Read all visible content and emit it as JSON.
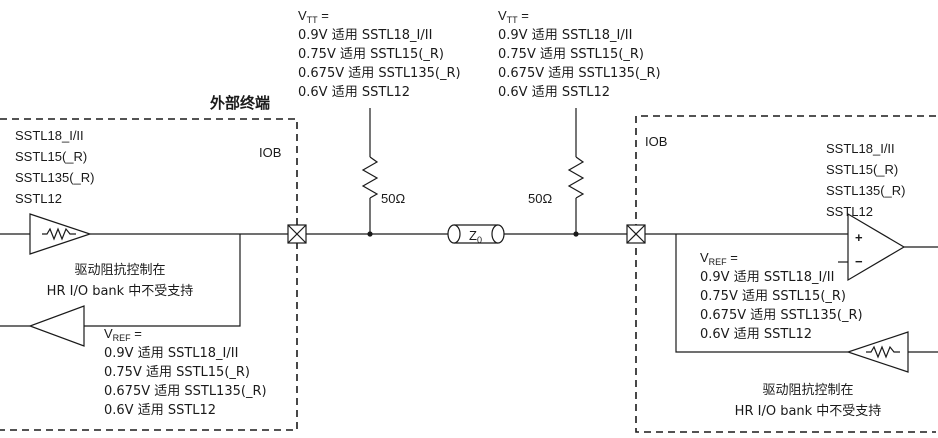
{
  "external_termination_label": "外部终端",
  "left_block": {
    "iob_label": "IOB",
    "driver_standards": [
      "SSTL18_I/II",
      "SSTL15(_R)",
      "SSTL135(_R)",
      "SSTL12"
    ],
    "driver_note": [
      "驱动阻抗控制在",
      "HR I/O bank 中不受支持"
    ],
    "vref": {
      "symbol": "V",
      "subscript": "REF",
      "suffix": " =",
      "lines": [
        "0.9V 适用 SSTL18_I/II",
        "0.75V 适用 SSTL15(_R)",
        "0.675V 适用 SSTL135(_R)",
        "0.6V 适用 SSTL12"
      ]
    }
  },
  "vtt_left": {
    "symbol": "V",
    "subscript": "TT",
    "suffix": " =",
    "lines": [
      "0.9V 适用 SSTL18_I/II",
      "0.75V 适用 SSTL15(_R)",
      "0.675V 适用 SSTL135(_R)",
      "0.6V 适用 SSTL12"
    ]
  },
  "vtt_right": {
    "symbol": "V",
    "subscript": "TT",
    "suffix": " =",
    "lines": [
      "0.9V 适用 SSTL18_I/II",
      "0.75V 适用 SSTL15(_R)",
      "0.675V 适用 SSTL135(_R)",
      "0.6V 适用 SSTL12"
    ]
  },
  "resistor_left_label": "50Ω",
  "resistor_right_label": "50Ω",
  "transmission_line": {
    "symbol": "Z",
    "subscript": "0"
  },
  "right_block": {
    "iob_label": "IOB",
    "receiver_standards": [
      "SSTL18_I/II",
      "SSTL15(_R)",
      "SSTL135(_R)",
      "SSTL12"
    ],
    "comparator_plus": "+",
    "comparator_minus": "−",
    "vref": {
      "symbol": "V",
      "subscript": "REF",
      "suffix": " =",
      "lines": [
        "0.9V 适用 SSTL18_I/II",
        "0.75V 适用 SSTL15(_R)",
        "0.675V 适用 SSTL135(_R)",
        "0.6V 适用 SSTL12"
      ]
    },
    "driver_note": [
      "驱动阻抗控制在",
      "HR I/O bank 中不受支持"
    ]
  }
}
